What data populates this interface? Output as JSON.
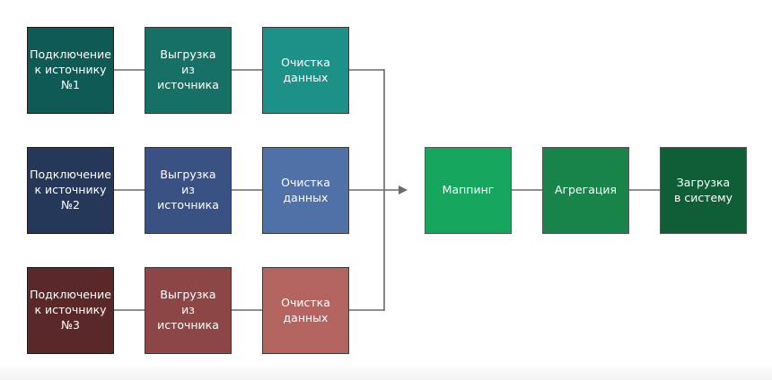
{
  "colors": {
    "line": "#6a6a6a",
    "row1": {
      "source": "#0f5a55",
      "extract": "#177065",
      "clean": "#1d9188"
    },
    "row2": {
      "source": "#26385a",
      "extract": "#3a5283",
      "clean": "#5070a8"
    },
    "row3": {
      "source": "#5a2828",
      "extract": "#8c4646",
      "clean": "#b36460"
    },
    "mapping": "#15a55d",
    "aggregation": "#18844a",
    "load": "#0f5e37"
  },
  "rows": [
    {
      "source": "Подключение\nк источнику\n№1",
      "extract": "Выгрузка\nиз источника",
      "clean": "Очистка\nданных"
    },
    {
      "source": "Подключение\nк источнику\n№2",
      "extract": "Выгрузка\nиз источника",
      "clean": "Очистка\nданных"
    },
    {
      "source": "Подключение\nк источнику\n№3",
      "extract": "Выгрузка\nиз источника",
      "clean": "Очистка\nданных"
    }
  ],
  "pipeline": {
    "mapping": "Маппинг",
    "aggregation": "Агрегация",
    "load": "Загрузка\nв систему"
  }
}
